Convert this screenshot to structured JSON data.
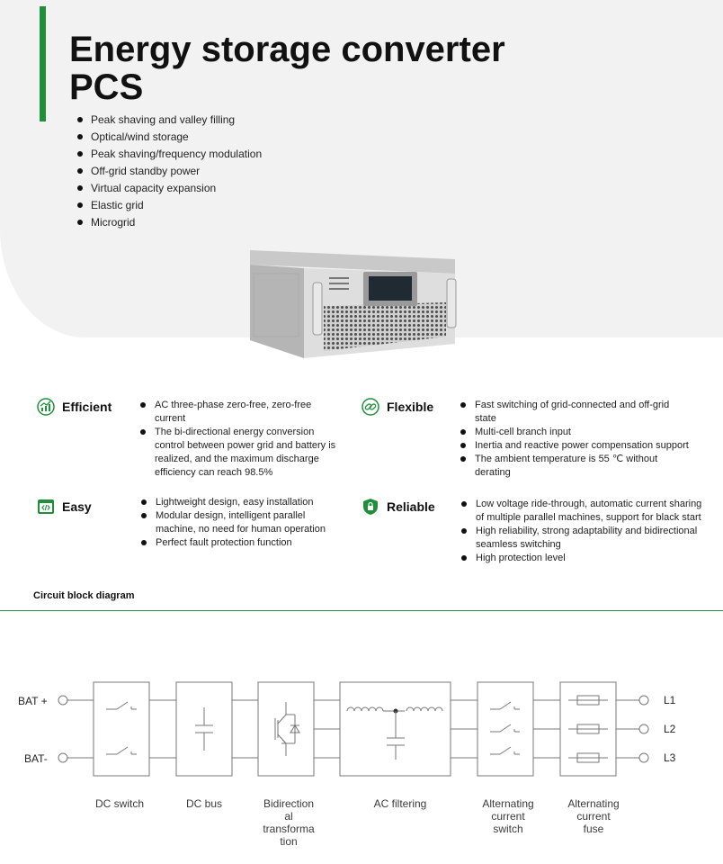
{
  "header": {
    "title_line1": "Energy storage converter",
    "title_line2": "PCS"
  },
  "applications": [
    "Peak shaving and valley filling",
    "Optical/wind storage",
    "Peak shaving/frequency modulation",
    "Off-grid standby power",
    "Virtual capacity expansion",
    "Elastic grid",
    "Microgrid"
  ],
  "features": {
    "efficient": {
      "title": "Efficient",
      "icon": "chart-growth-icon",
      "items": [
        "AC three-phase zero-free, zero-free current",
        "The bi-directional energy conversion control between power grid and battery is realized, and the maximum discharge efficiency can reach 98.5%"
      ]
    },
    "flexible": {
      "title": "Flexible",
      "icon": "link-icon",
      "items": [
        "Fast switching of grid-connected and off-grid state",
        "Multi-cell branch input",
        "Inertia and reactive power compensation support",
        "The ambient temperature is 55 ℃ without derating"
      ]
    },
    "easy": {
      "title": "Easy",
      "icon": "code-window-icon",
      "items": [
        "Lightweight design, easy installation",
        "Modular design, intelligent parallel machine, no need for human operation",
        "Perfect fault protection function"
      ]
    },
    "reliable": {
      "title": "Reliable",
      "icon": "shield-lock-icon",
      "items": [
        "Low voltage ride-through, automatic current sharing of multiple parallel machines, support for black start",
        "High reliability, strong adaptability and bidirectional seamless switching",
        "High protection level"
      ]
    }
  },
  "diagram": {
    "section_title": "Circuit block diagram",
    "inputs": [
      "BAT +",
      "BAT-"
    ],
    "outputs": [
      "L1",
      "L2",
      "L3"
    ],
    "blocks": [
      {
        "label_lines": [
          "DC switch"
        ]
      },
      {
        "label_lines": [
          "DC bus"
        ]
      },
      {
        "label_lines": [
          "Bidirection",
          "al",
          "transforma",
          "tion"
        ]
      },
      {
        "label_lines": [
          "AC filtering"
        ]
      },
      {
        "label_lines": [
          "Alternating",
          "current",
          "switch"
        ]
      },
      {
        "label_lines": [
          "Alternating",
          "current",
          "fuse"
        ]
      }
    ]
  },
  "colors": {
    "accent_green": "#1f8f3a",
    "diagram_line": "#777777"
  }
}
